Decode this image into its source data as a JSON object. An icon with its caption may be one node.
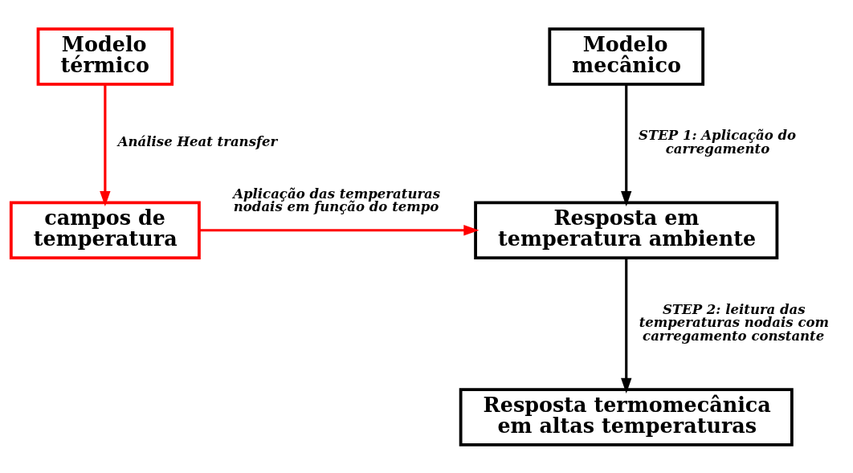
{
  "diagram": {
    "nodes": [
      {
        "text": [
          "Modelo térmico"
        ]
      },
      {
        "text": [
          "Modelo mecânico"
        ]
      },
      {
        "text": [
          "campos de temperatura"
        ]
      },
      {
        "text": [
          "Resposta em temperatura ambiente"
        ]
      },
      {
        "text": [
          "Resposta termomecânica em altas temperaturas"
        ]
      }
    ],
    "edges": [
      {
        "from": 0,
        "to": 2,
        "arrow": "to",
        "label": "Análise Heat transfer",
        "color": "#ff0000"
      },
      {
        "from": 2,
        "to": 3,
        "arrow": "to",
        "label": "Aplicação das temperaturas nodais em função do tempo",
        "color": "#ff0000"
      },
      {
        "from": 1,
        "to": 3,
        "arrow": "to",
        "label": "STEP 1: Aplicação do carregamento",
        "color": "#000000"
      },
      {
        "from": 3,
        "to": 4,
        "arrow": "to",
        "label": "STEP 2: leitura das temperaturas nodais com carregamento constante",
        "color": "#000000"
      }
    ]
  }
}
